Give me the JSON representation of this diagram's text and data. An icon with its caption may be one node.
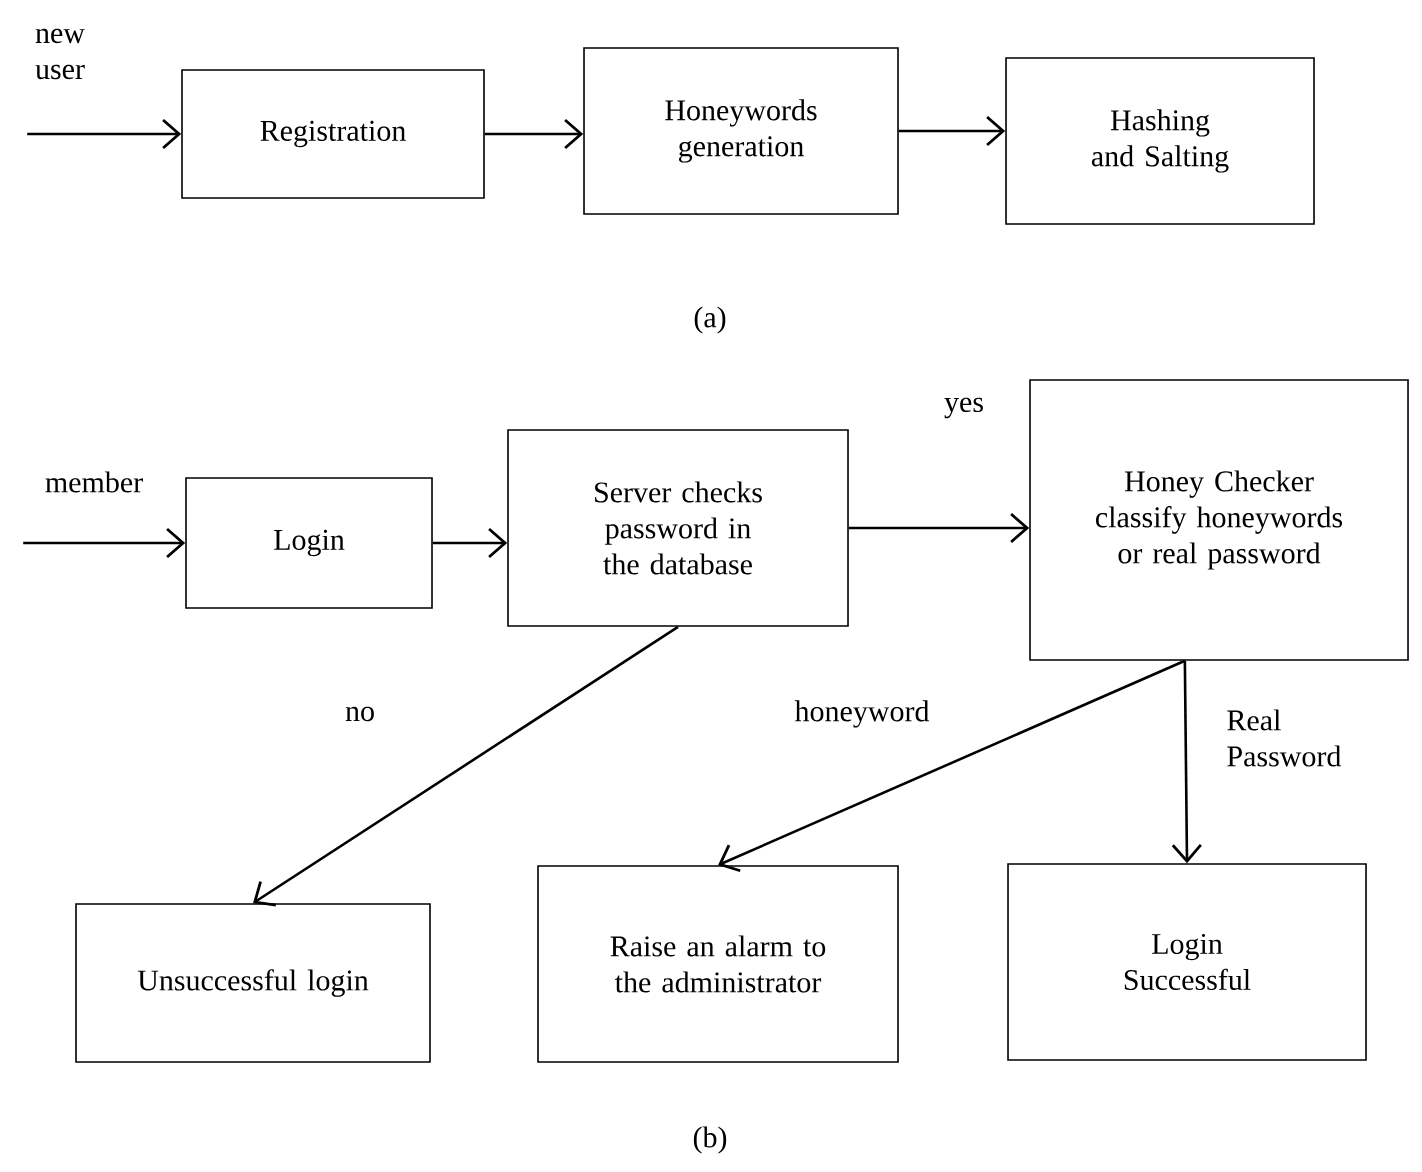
{
  "diagram": {
    "nodes": [
      {
        "text": [
          "Registration"
        ]
      },
      {
        "text": [
          "Honeywords generation"
        ]
      },
      {
        "text": [
          "Hashing and Salting"
        ]
      },
      {
        "text": [
          "Login"
        ]
      },
      {
        "text": [
          "Server checks password in the database"
        ]
      },
      {
        "text": [
          "Honey Checker classify honeywords or real password"
        ]
      },
      {
        "text": [
          "Unsuccessful login"
        ]
      },
      {
        "text": [
          "Raise an alarm to the administrator"
        ]
      },
      {
        "text": [
          "Login Successful"
        ]
      }
    ],
    "edges": [
      {
        "from": null,
        "to": 0,
        "arrow": "to",
        "label": "new user"
      },
      {
        "from": 0,
        "to": 1,
        "arrow": "to"
      },
      {
        "from": 1,
        "to": 2,
        "arrow": "to"
      },
      {
        "from": null,
        "to": 3,
        "arrow": "to",
        "label": "member"
      },
      {
        "from": 3,
        "to": 4,
        "arrow": "to"
      },
      {
        "from": 4,
        "to": 5,
        "arrow": "to",
        "label": "yes"
      },
      {
        "from": 4,
        "to": 6,
        "arrow": "to",
        "label": "no"
      },
      {
        "from": 5,
        "to": 7,
        "arrow": "to",
        "label": "honeyword"
      },
      {
        "from": 5,
        "to": 8,
        "arrow": "to",
        "label": "Real Password"
      }
    ],
    "labels": [
      "(a)",
      "(b)"
    ]
  }
}
